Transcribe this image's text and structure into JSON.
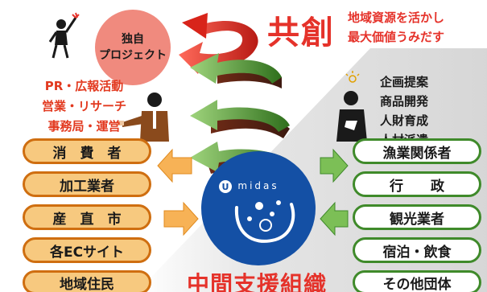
{
  "title": "共創",
  "tagline": [
    "地域資源を活かし",
    "最大価値うみだす"
  ],
  "project": [
    "独自",
    "プロジェクト"
  ],
  "left_notes": [
    "PR・広報活動",
    "営業・リサーチ",
    "事務局・運営"
  ],
  "right_notes": [
    "企画提案",
    "商品開発",
    "人財育成",
    "人材派遣"
  ],
  "left_boxes": [
    "消　費　者",
    "加工業者",
    "産　直　市",
    "各ECサイト",
    "地域住民"
  ],
  "right_boxes": [
    "漁業関係者",
    "行　　政",
    "観光業者",
    "宿泊・飲食",
    "その他団体"
  ],
  "logo_text": "midas",
  "organization": "中間支援組織",
  "colors": {
    "red": "#e5322a",
    "orange": "#f5a623",
    "green": "#5aa132",
    "navy": "#1450a5"
  }
}
